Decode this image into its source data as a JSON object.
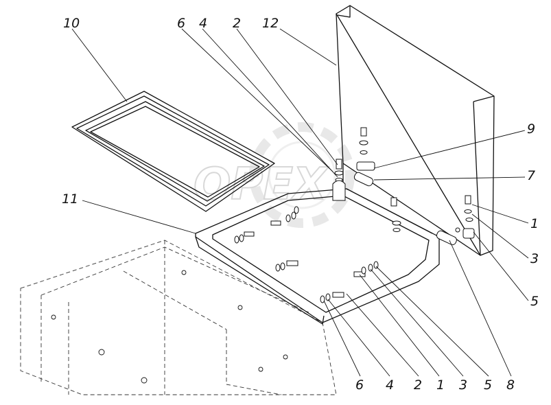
{
  "watermark": "OPEX",
  "callouts": {
    "c10": "10",
    "c6_top": "6",
    "c4_top": "4",
    "c2_top": "2",
    "c12": "12",
    "c9": "9",
    "c7": "7",
    "c11": "11",
    "c1_right": "1",
    "c3_right": "3",
    "c5_right": "5",
    "c6_bottom": "6",
    "c4_bottom": "4",
    "c2_bottom": "2",
    "c1_bottom": "1",
    "c3_bottom": "3",
    "c5_bottom": "5",
    "c8": "8"
  }
}
